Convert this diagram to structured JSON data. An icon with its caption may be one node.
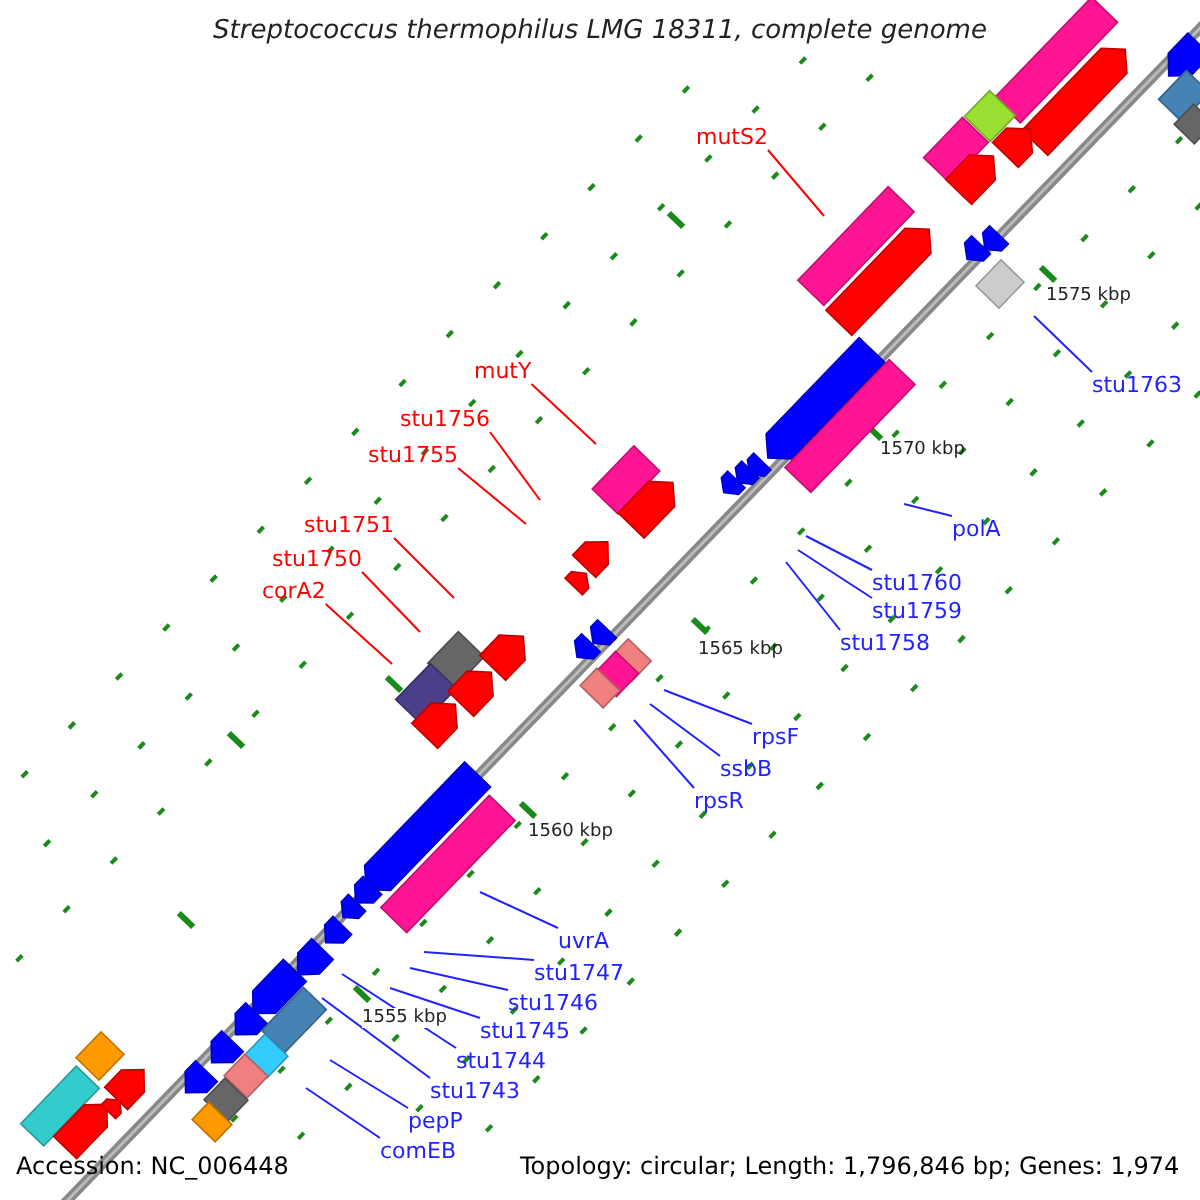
{
  "diagram": {
    "title": "Streptococcus thermophilus LMG 18311, complete genome",
    "nodes": [
      {
        "text": [
          "mutS2"
        ]
      },
      {
        "text": [
          "stu1763"
        ]
      },
      {
        "text": [
          "mutY"
        ]
      },
      {
        "text": [
          "stu1756"
        ]
      },
      {
        "text": [
          "stu1755"
        ]
      },
      {
        "text": [
          "polA"
        ]
      },
      {
        "text": [
          "stu1751"
        ]
      },
      {
        "text": [
          "stu1760"
        ]
      },
      {
        "text": [
          "stu1759"
        ]
      },
      {
        "text": [
          "stu1750"
        ]
      },
      {
        "text": [
          "corA2"
        ]
      },
      {
        "text": [
          "stu1758"
        ]
      },
      {
        "text": [
          "rpsF"
        ]
      },
      {
        "text": [
          "ssbB"
        ]
      },
      {
        "text": [
          "rpsR"
        ]
      },
      {
        "text": [
          "uvrA"
        ]
      },
      {
        "text": [
          "stu1747"
        ]
      },
      {
        "text": [
          "stu1746"
        ]
      },
      {
        "text": [
          "stu1745"
        ]
      },
      {
        "text": [
          "stu1744"
        ]
      },
      {
        "text": [
          "stu1743"
        ]
      },
      {
        "text": [
          "pepP"
        ]
      },
      {
        "text": [
          "comEB"
        ]
      }
    ],
    "edges": [
      {
        "from": 0,
        "to": null,
        "arrow": "none",
        "color": "#ff0000"
      },
      {
        "from": 1,
        "to": null,
        "arrow": "none"
      },
      {
        "from": 2,
        "to": null,
        "arrow": "none",
        "color": "#ff0000"
      },
      {
        "from": 3,
        "to": null,
        "arrow": "none",
        "color": "#ff0000"
      },
      {
        "from": 4,
        "to": null,
        "arrow": "none",
        "color": "#ff0000"
      },
      {
        "from": 5,
        "to": null,
        "arrow": "none"
      },
      {
        "from": 6,
        "to": null,
        "arrow": "none",
        "color": "#ff0000"
      },
      {
        "from": 7,
        "to": null,
        "arrow": "none"
      },
      {
        "from": 8,
        "to": null,
        "arrow": "none"
      },
      {
        "from": 9,
        "to": null,
        "arrow": "none",
        "color": "#ff0000"
      },
      {
        "from": 10,
        "to": null,
        "arrow": "none",
        "color": "#ff0000"
      },
      {
        "from": 11,
        "to": null,
        "arrow": "none"
      },
      {
        "from": 12,
        "to": null,
        "arrow": "none"
      },
      {
        "from": 13,
        "to": null,
        "arrow": "none"
      },
      {
        "from": 14,
        "to": null,
        "arrow": "none"
      },
      {
        "from": 15,
        "to": null,
        "arrow": "none"
      },
      {
        "from": 16,
        "to": null,
        "arrow": "none"
      },
      {
        "from": 17,
        "to": null,
        "arrow": "none"
      },
      {
        "from": 18,
        "to": null,
        "arrow": "none"
      },
      {
        "from": 19,
        "to": null,
        "arrow": "none"
      },
      {
        "from": 20,
        "to": null,
        "arrow": "none"
      },
      {
        "from": 21,
        "to": null,
        "arrow": "none"
      },
      {
        "from": 22,
        "to": null,
        "arrow": "none"
      }
    ],
    "labels": [
      "1575 kbp",
      "1570 kbp",
      "1565 kbp",
      "1560 kbp",
      "1555 kbp",
      "Accession: NC_006448",
      "Topology: circular; Length: 1,796,846 bp; Genes: 1,974"
    ]
  }
}
